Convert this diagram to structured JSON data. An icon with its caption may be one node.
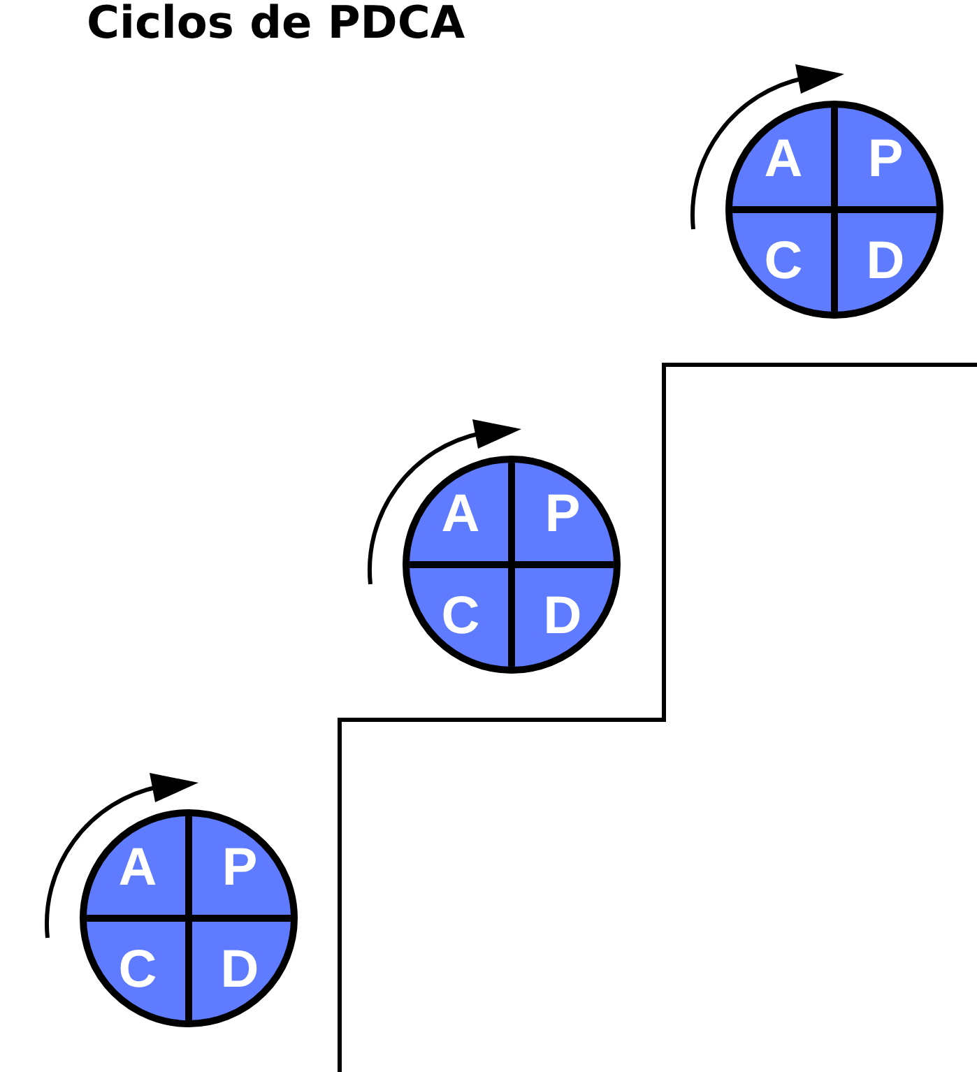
{
  "diagram": {
    "title": "Ciclos de PDCA",
    "nodes": [
      {
        "text": [
          "A",
          "P",
          "C",
          "D"
        ]
      },
      {
        "text": [
          "A",
          "P",
          "C",
          "D"
        ]
      },
      {
        "text": [
          "A",
          "P",
          "C",
          "D"
        ]
      }
    ],
    "edges": []
  }
}
